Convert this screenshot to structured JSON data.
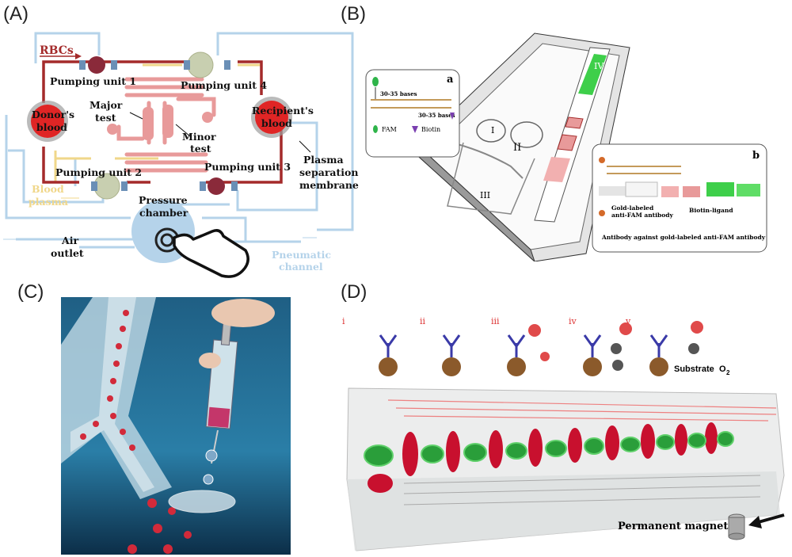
{
  "panels": [
    {
      "id": "A",
      "label": "(A)"
    },
    {
      "id": "B",
      "label": "(B)"
    },
    {
      "id": "C",
      "label": "(C)"
    },
    {
      "id": "D",
      "label": "(D)"
    }
  ],
  "panel_a": {
    "rbcs": "RBCs",
    "pumping1": "Pumping unit 1",
    "pumping2": "Pumping unit 2",
    "pumping3": "Pumping unit 3",
    "pumping4": "Pumping unit 4",
    "donor": [
      "Donor's",
      "blood"
    ],
    "recipient": [
      "Recipient's",
      "blood"
    ],
    "major": [
      "Major",
      "test"
    ],
    "minor": [
      "Minor",
      "test"
    ],
    "plasma_membrane": [
      "Plasma",
      "separation",
      "membrane"
    ],
    "blood_plasma": [
      "Blood",
      "plasma"
    ],
    "pressure": [
      "Pressure",
      "chamber"
    ],
    "air_outlet": [
      "Air",
      "outlet"
    ],
    "pneumatic": [
      "Pneumatic",
      "channel"
    ]
  },
  "panel_b": {
    "inset_a_label": "a",
    "inset_b_label": "b",
    "bases1": "30-35 bases",
    "bases2": "30-35 bases",
    "fam": "FAM",
    "biotin": "Biotin",
    "zone_I": "I",
    "zone_II": "II",
    "zone_III": "III",
    "zone_IV": "IV",
    "gold_ab": [
      "Gold-labeled",
      "anti-FAM antibody"
    ],
    "biotin_ligand": "Biotin-ligand",
    "antibody_against": "Antibody against gold-labeled  anti-FAM antibody"
  },
  "panel_d": {
    "steps": [
      "i",
      "ii",
      "iii",
      "iv",
      "v"
    ],
    "substrate": "Substrate",
    "o2": "O",
    "o2_sub": "2",
    "magnet": "Permanent  magnet"
  },
  "colors": {
    "rbc_red": "#a42a2a",
    "plasma_yellow": "#f0d78a",
    "pneumatic_blue": "#b5d3ea",
    "pink": "#e89a9a",
    "green": "#3ecf4a"
  }
}
